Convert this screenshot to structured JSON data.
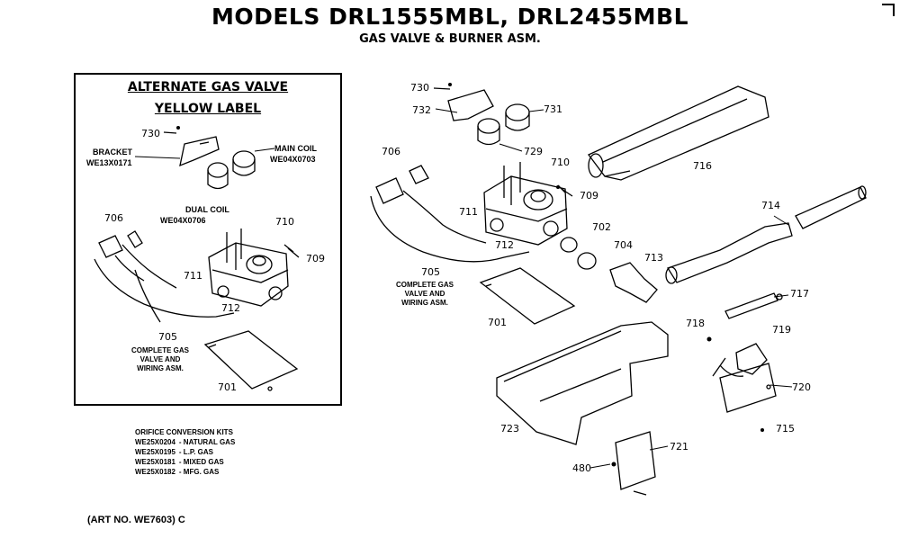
{
  "header": {
    "title": "MODELS DRL1555MBL, DRL2455MBL",
    "subtitle": "GAS VALVE & BURNER ASM."
  },
  "inset": {
    "title_line1": "ALTERNATE GAS VALVE",
    "title_line2": "YELLOW LABEL",
    "bracket_label": "BRACKET",
    "bracket_part": "WE13X0171",
    "main_coil_label": "MAIN COIL",
    "main_coil_part": "WE04X0703",
    "dual_coil_label": "DUAL COIL",
    "dual_coil_part": "WE04X0706",
    "numbers": {
      "n730": "730",
      "n706": "706",
      "n710": "710",
      "n709": "709",
      "n711": "711",
      "n712": "712",
      "n705": "705",
      "n701": "701"
    },
    "complete_caption": [
      "COMPLETE GAS",
      "VALVE AND",
      "WIRING ASM."
    ]
  },
  "main": {
    "numbers": {
      "n730": "730",
      "n732": "732",
      "n731": "731",
      "n729": "729",
      "n716": "716",
      "n706": "706",
      "n710": "710",
      "n709": "709",
      "n711": "711",
      "n712": "712",
      "n702": "702",
      "n704": "704",
      "n713": "713",
      "n714": "714",
      "n705": "705",
      "n701": "701",
      "n717": "717",
      "n718": "718",
      "n719": "719",
      "n720": "720",
      "n715": "715",
      "n723": "723",
      "n721": "721",
      "n480": "480"
    },
    "complete_caption": [
      "COMPLETE GAS",
      "VALVE AND",
      "WIRING ASM."
    ]
  },
  "kits": {
    "title": "ORIFICE CONVERSION KITS",
    "rows": [
      {
        "part": "WE25X0204",
        "desc": "- NATURAL GAS"
      },
      {
        "part": "WE25X0195",
        "desc": "- L.P. GAS"
      },
      {
        "part": "WE25X0181",
        "desc": "- MIXED GAS"
      },
      {
        "part": "WE25X0182",
        "desc": "- MFG. GAS"
      }
    ]
  },
  "footer": {
    "art_no": "(ART NO. WE7603) C"
  }
}
